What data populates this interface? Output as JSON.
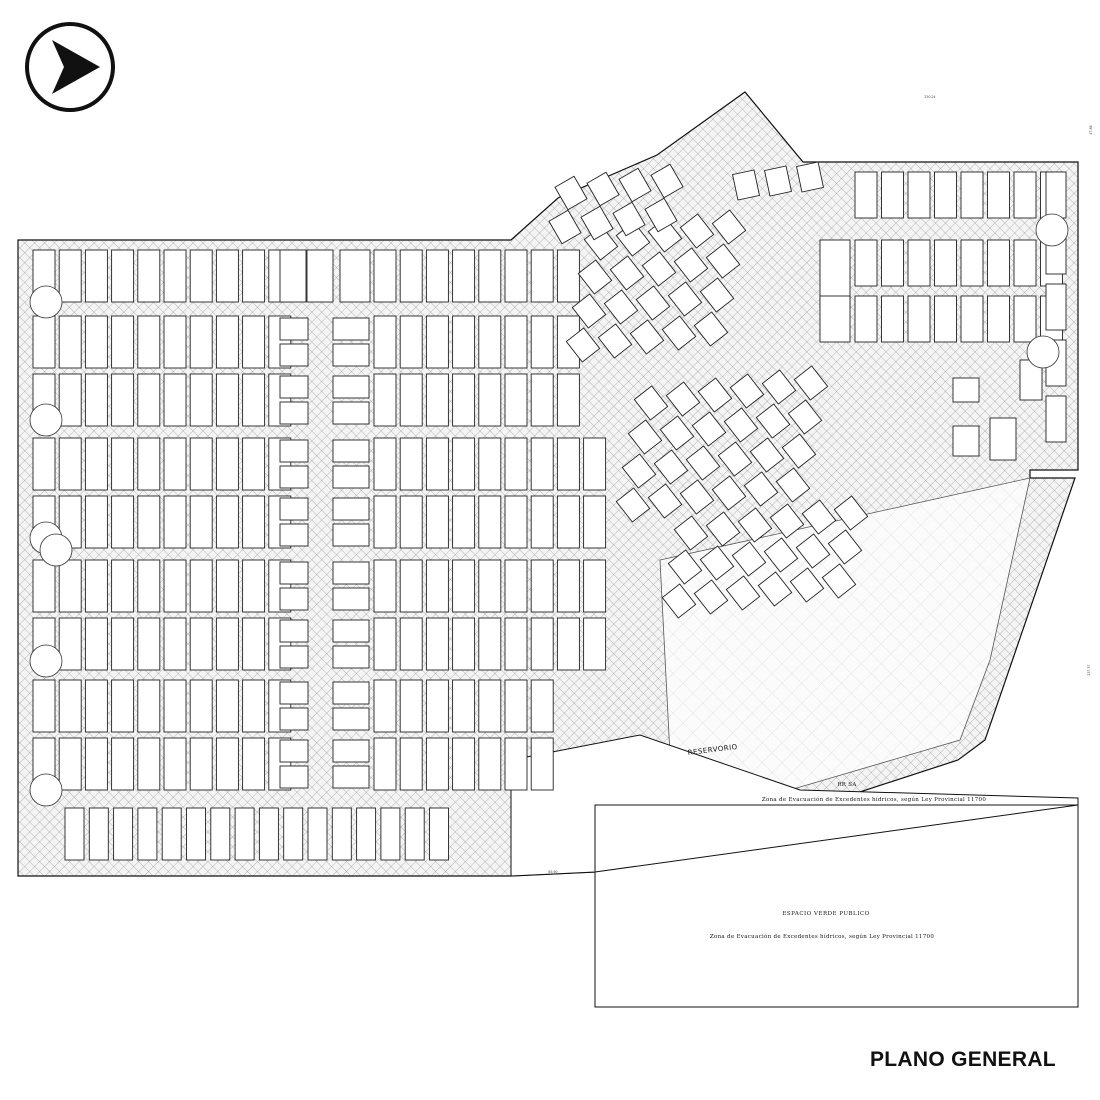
{
  "plan": {
    "title": "PLANO GENERAL",
    "reservoir_label": "RESERVORIO",
    "road_code": "RR SA",
    "evacuation_zone_note": "Zona de Evacuación de Excedentes hídricos, según Ley Provincial 11700",
    "public_green_label": "ESPACIO VERDE PUBLICO",
    "public_green_note": "Zona de Evacuación de Excedentes hídricos, según Ley Provincial 11700",
    "boundary_dims": {
      "top": "250.24",
      "right_top": "47.86",
      "right": "237.37",
      "bottom": "65.90"
    },
    "north_arrow_icon": "north-arrow-icon",
    "colors": {
      "ink": "#222222",
      "paper": "#ffffff",
      "hatch": "#9a9a9a"
    }
  }
}
